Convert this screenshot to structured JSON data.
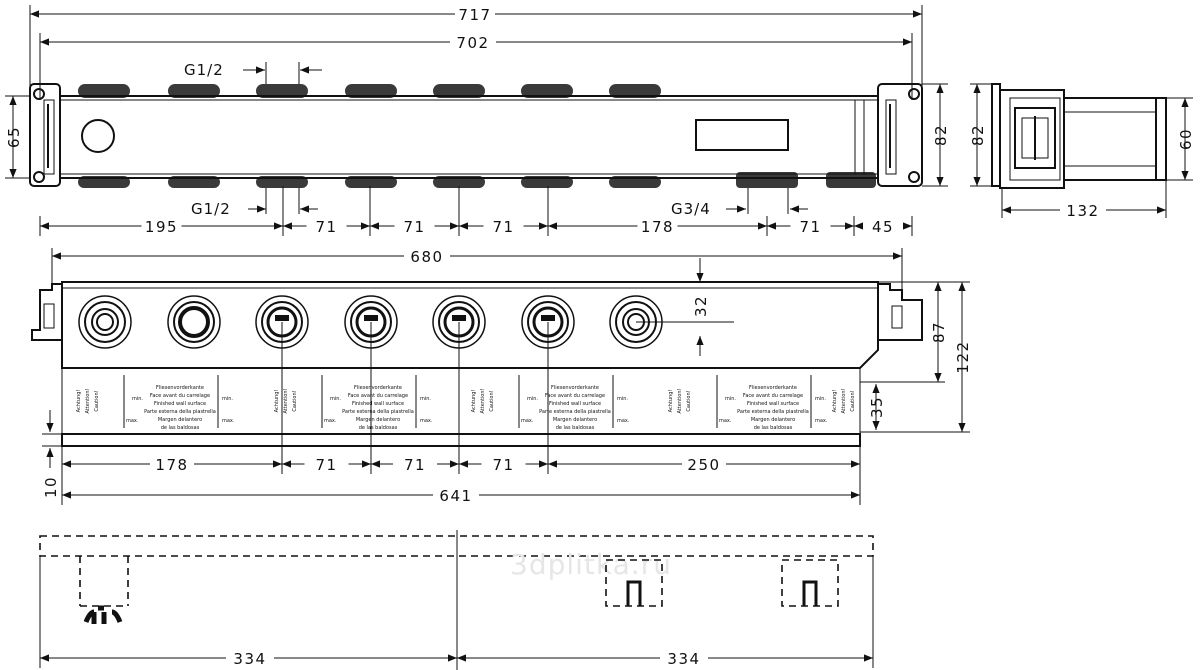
{
  "dimensions": {
    "overall_717": "717",
    "overall_702": "702",
    "g12_top": "G1/2",
    "g12_bottom": "G1/2",
    "g34": "G3/4",
    "left_65": "65",
    "right_82": "82",
    "side_82": "82",
    "side_60": "60",
    "side_132": "132",
    "top_row": [
      "195",
      "71",
      "71",
      "71",
      "178",
      "71",
      "45"
    ],
    "mid_680": "680",
    "mid_32": "32",
    "mid_87": "87",
    "mid_122": "122",
    "mid_35": "35",
    "mid_10": "10",
    "mid_row": [
      "178",
      "71",
      "71",
      "71",
      "250"
    ],
    "mid_641": "641",
    "bot_left_334": "334",
    "bot_right_334": "334"
  },
  "labels": {
    "line1": "Fliesenvorderkante",
    "line2": "Face avant du carrelage",
    "line3": "Finished wall surface",
    "line4": "Parte esterna della piastrella",
    "line5": "Margen delantero",
    "line6": "de las baldosas",
    "max": "max.",
    "min": "min.",
    "achtung": "Achtung!",
    "attention": "Attention!",
    "caution": "Caution!"
  },
  "watermark": "3dplitka.ru"
}
